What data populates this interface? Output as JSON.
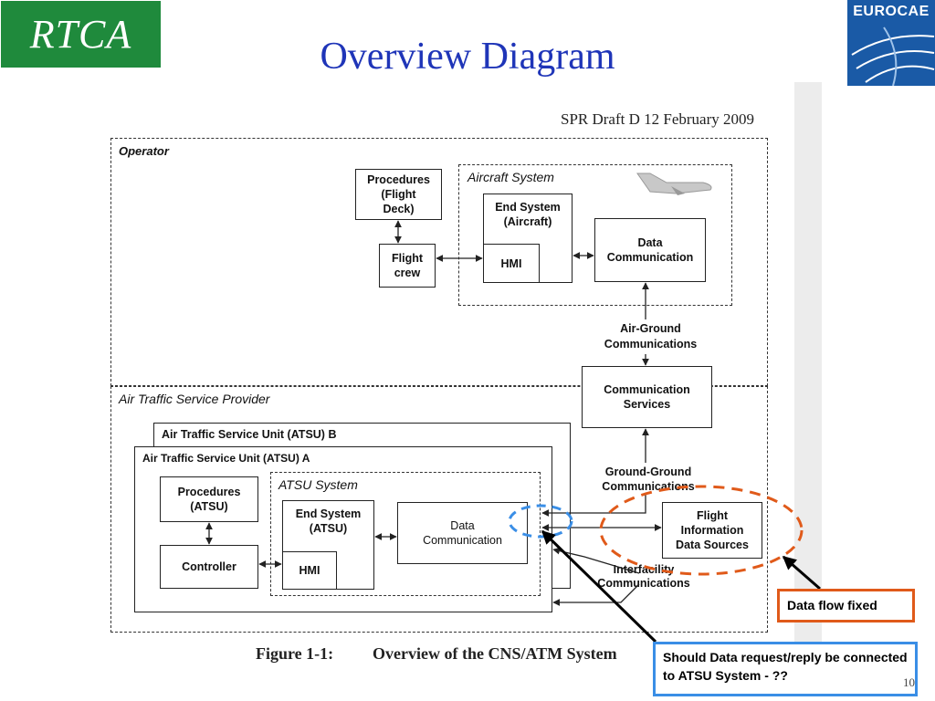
{
  "header": {
    "title": "Overview Diagram",
    "logo_left": "RTCA",
    "logo_right": "EUROCAE"
  },
  "document": {
    "draft_label": "SPR Draft D 12 February 2009",
    "caption_number": "Figure 1-1:",
    "caption_text": "Overview of the CNS/ATM System"
  },
  "diagram": {
    "operator_label": "Operator",
    "aircraft_system_label": "Aircraft System",
    "procedures_flight_deck": "Procedures\n(Flight\nDeck)",
    "flight_crew": "Flight\ncrew",
    "end_system_aircraft": "End System\n(Aircraft)",
    "hmi_aircraft": "HMI",
    "data_comm_aircraft": "Data\nCommunication",
    "air_ground": "Air-Ground\nCommunications",
    "atsp_label": "Air Traffic Service Provider",
    "comm_services": "Communication\nServices",
    "atsu_b": "Air Traffic Service Unit (ATSU) B",
    "atsu_a": "Air Traffic Service Unit (ATSU) A",
    "procedures_atsu": "Procedures\n(ATSU)",
    "controller": "Controller",
    "atsu_system_label": "ATSU System",
    "end_system_atsu": "End System\n(ATSU)",
    "hmi_atsu": "HMI",
    "data_comm_atsu": "Data\nCommunication",
    "ground_ground": "Ground-Ground\nCommunications",
    "flight_info": "Flight\nInformation\nData Sources",
    "interfacility": "Interfacility\nCommunications"
  },
  "callouts": {
    "data_flow": "Data flow fixed",
    "question": "Should Data request/reply be connected to ATSU System - ??"
  },
  "page_number": "10",
  "colors": {
    "title": "#1f35b8",
    "rtca_green": "#1f8a3c",
    "eurocae_blue": "#1a5aa6",
    "callout_orange": "#e05a1a",
    "callout_blue": "#3a8ee6"
  }
}
